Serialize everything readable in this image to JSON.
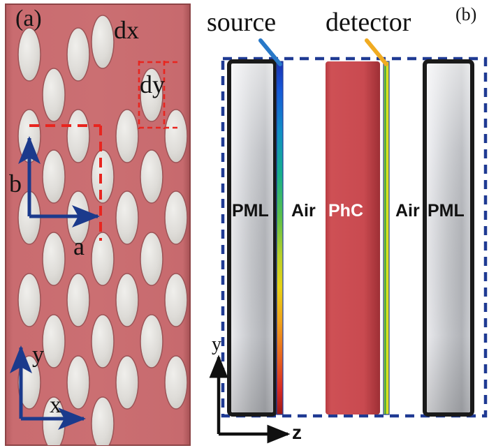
{
  "figure": {
    "panels": [
      {
        "id": "a",
        "tag": "(a)",
        "description": "Photonic crystal elliptical air-hole lattice cross-section in x-y plane",
        "background_color": "#c9696c",
        "hole_color": "#d4d2ce",
        "annotations": {
          "dx_label": "dx",
          "dy_label": "dy",
          "a_label": "a",
          "b_label": "b",
          "axis_x_label": "x",
          "axis_y_label": "y",
          "dimension_color": "#e8251f",
          "vector_color": "#1b3a8c"
        }
      },
      {
        "id": "b",
        "tag": "(b)",
        "description": "FDTD simulation domain layout along z with PML, Air, PhC regions",
        "source_label": "source",
        "detector_label": "detector",
        "axis_y_label": "y",
        "axis_z_label": "z",
        "boundary_color": "#1f3a93",
        "regions": [
          {
            "name": "pml-left",
            "label": "PML",
            "fill": "gradient-gray",
            "text_color": "#111111"
          },
          {
            "name": "air-left",
            "label": "Air",
            "fill": "#ffffff",
            "text_color": "#111111"
          },
          {
            "name": "phc",
            "label": "PhC",
            "fill": "#c9444a",
            "text_color": "#ffffff"
          },
          {
            "name": "air-right",
            "label": "Air",
            "fill": "#ffffff",
            "text_color": "#111111"
          },
          {
            "name": "pml-right",
            "label": "PML",
            "fill": "gradient-gray",
            "text_color": "#111111"
          }
        ],
        "monitors": [
          {
            "name": "source-line",
            "style": "jet-colormap-gradient",
            "leader_color": "#2878c8"
          },
          {
            "name": "detector-line",
            "style": "yellow-green-solid",
            "leader_color": "#f0ab22"
          }
        ]
      }
    ]
  }
}
